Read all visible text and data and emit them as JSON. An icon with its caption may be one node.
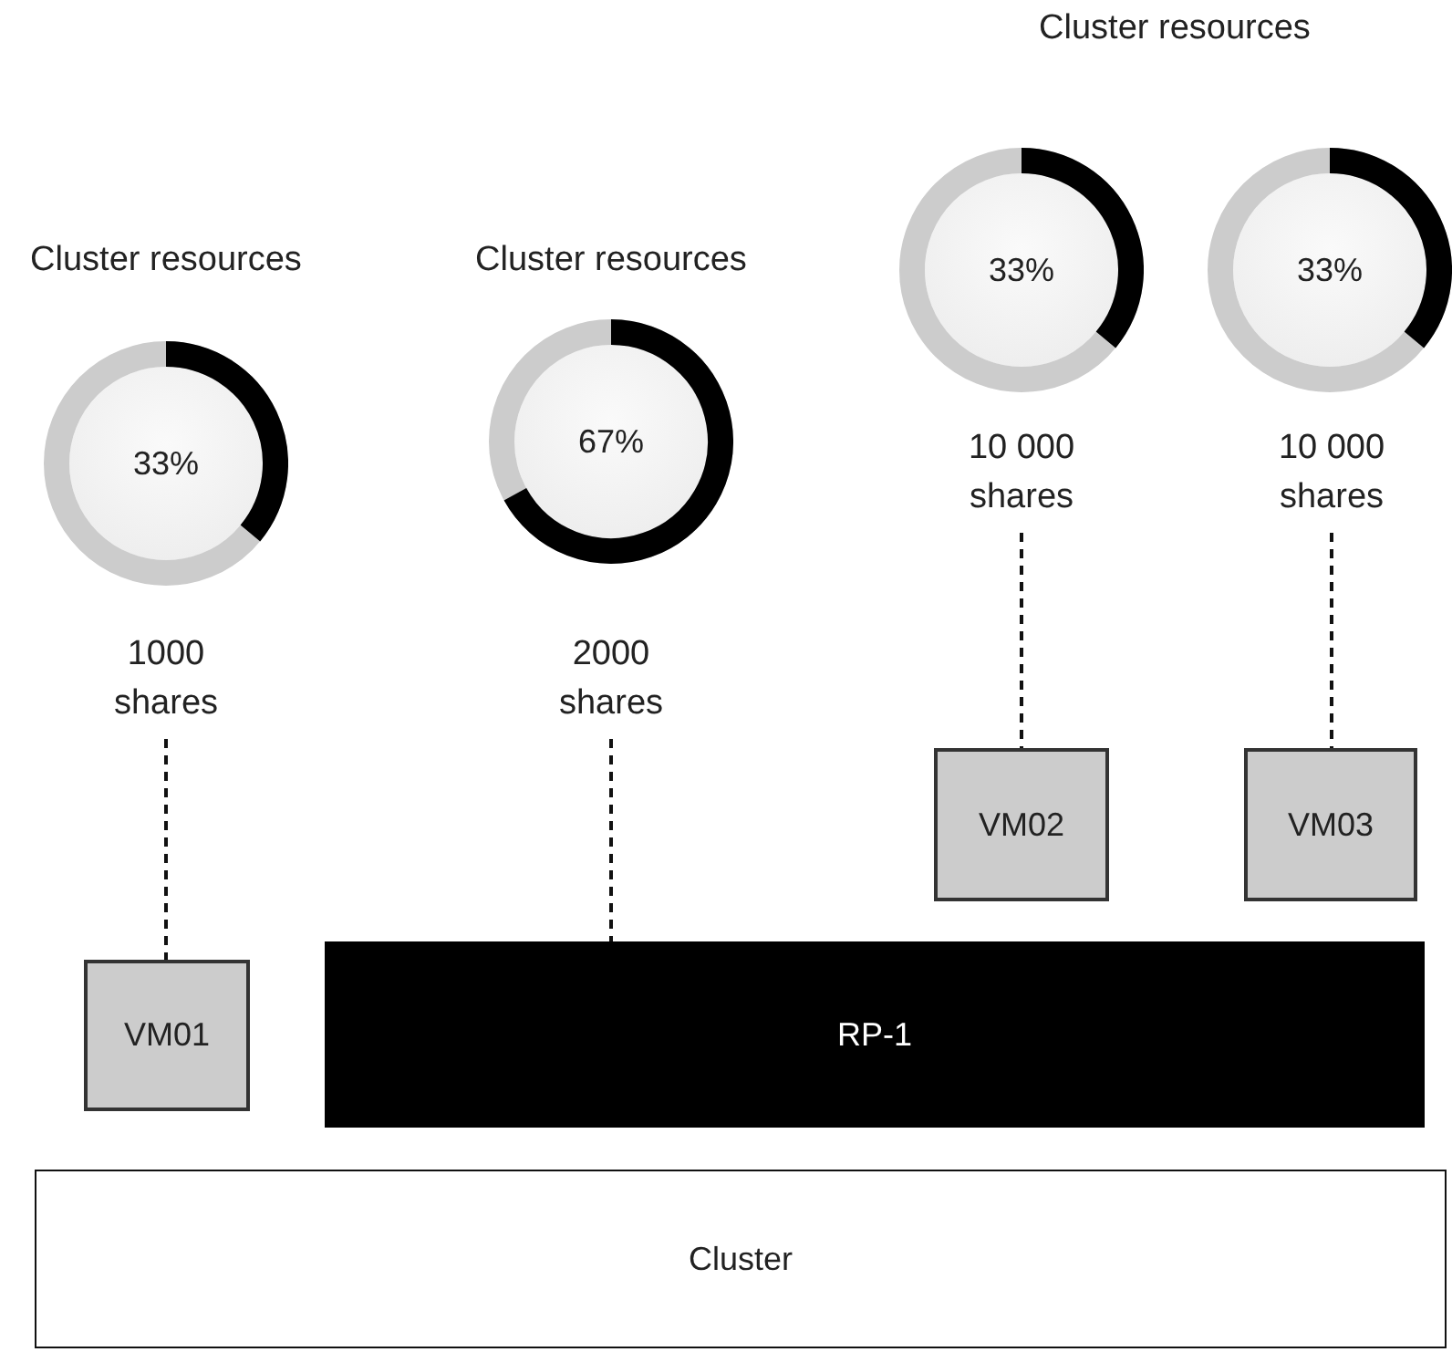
{
  "diagram": {
    "nodes": [
      {
        "text": [
          "Cluster resources",
          "33%"
        ]
      },
      {
        "text": [
          "1000 shares"
        ]
      },
      {
        "text": [
          "Cluster resources",
          "67%"
        ]
      },
      {
        "text": [
          "2000 shares"
        ]
      },
      {
        "text": [
          "33%"
        ]
      },
      {
        "text": [
          "10 000 shares"
        ]
      },
      {
        "text": [
          "33%"
        ]
      },
      {
        "text": [
          "10 000 shares"
        ]
      },
      {
        "text": [
          "VM02"
        ]
      },
      {
        "text": [
          "VM03"
        ]
      },
      {
        "text": [
          "VM01"
        ]
      },
      {
        "text": [
          "RP-1"
        ]
      },
      {
        "text": [
          "Cluster"
        ]
      }
    ],
    "edges": [
      {
        "from": 1,
        "to": 10,
        "arrow": "none",
        "style": "dashed"
      },
      {
        "from": 3,
        "to": 11,
        "arrow": "none",
        "style": "dashed"
      },
      {
        "from": 5,
        "to": 8,
        "arrow": "none",
        "style": "dashed"
      },
      {
        "from": 7,
        "to": 9,
        "arrow": "none",
        "style": "dashed"
      }
    ],
    "labels": [
      "Cluster resources"
    ]
  }
}
